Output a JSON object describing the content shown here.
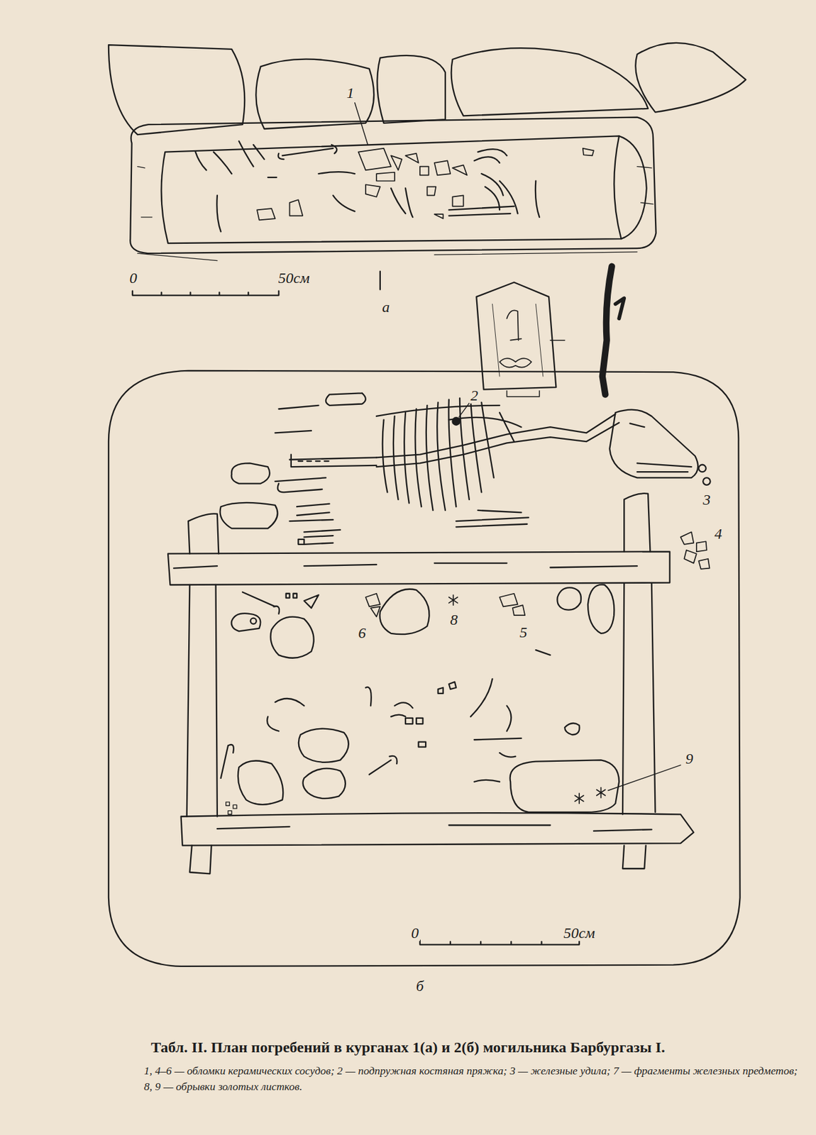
{
  "diagram": {
    "title": "Табл. II. План погребений в курганах 1(а) и 2(б) могильника Барбургазы I.",
    "caption": "1, 4–6 — обломки керамических сосудов; 2 — подпружная костяная пряжка; 3 — железные удила; 7 — фрагменты железных предметов; 8, 9 — обрывки золотых листков.",
    "labels": [
      "1",
      "0",
      "50см",
      "а",
      "2",
      "3",
      "4",
      "6",
      "8",
      "5",
      "9",
      "0",
      "50см",
      "б"
    ]
  }
}
